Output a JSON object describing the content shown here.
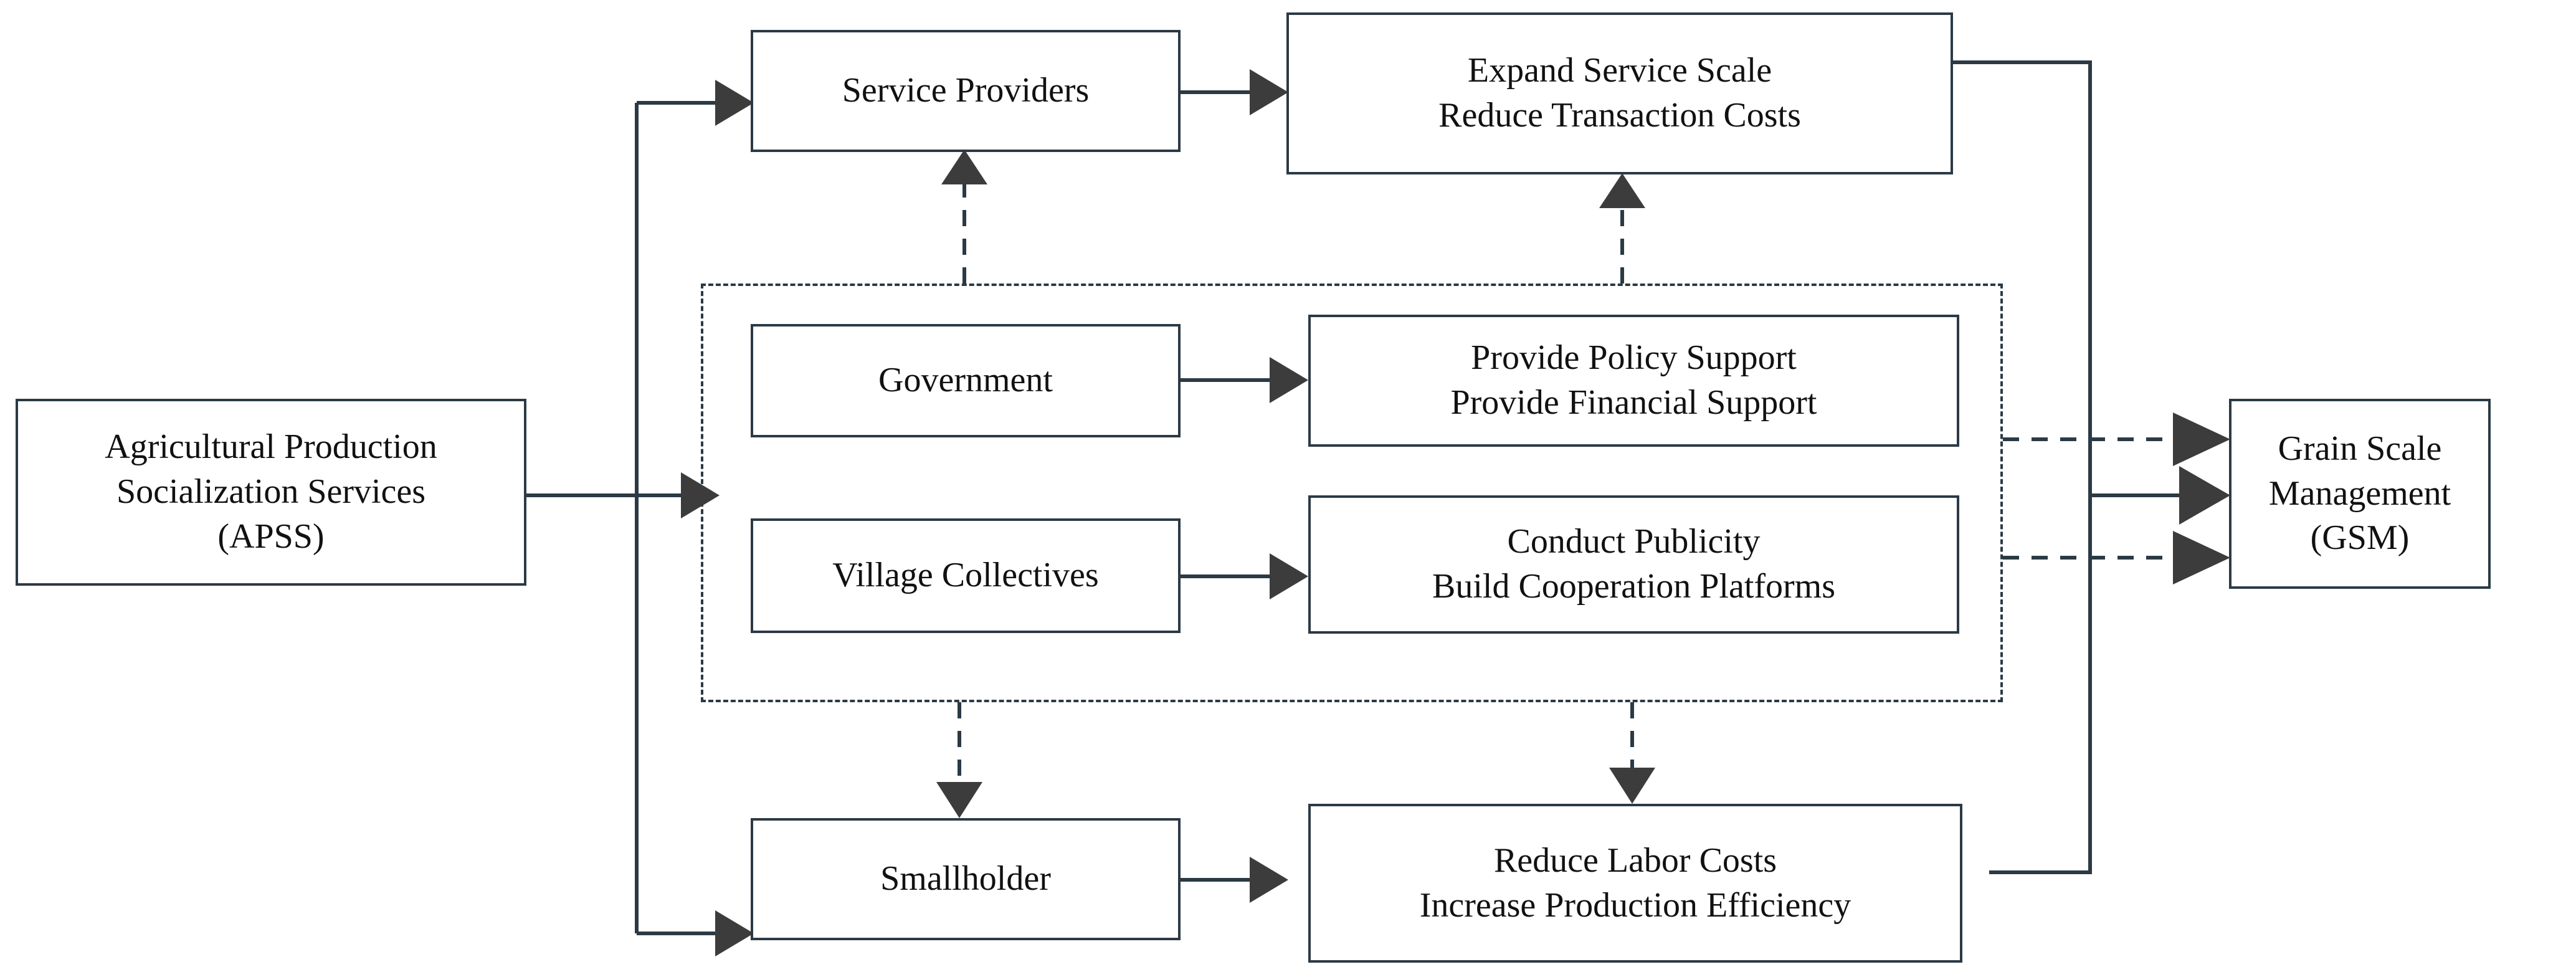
{
  "diagram": {
    "title": "Agricultural Production Socialization Services mechanism diagram",
    "colors": {
      "line": "#2b3a45",
      "arrow": "#3c3c3c",
      "box_border": "#2b3a45",
      "background": "#ffffff"
    },
    "nodes": {
      "apss": {
        "lines": [
          "Agricultural Production",
          "Socialization Services",
          "(APSS)"
        ]
      },
      "service_providers": {
        "lines": [
          "Service Providers"
        ]
      },
      "expand": {
        "lines": [
          "Expand Service Scale",
          "Reduce Transaction Costs"
        ]
      },
      "government": {
        "lines": [
          "Government"
        ]
      },
      "policy": {
        "lines": [
          "Provide Policy Support",
          "Provide Financial Support"
        ]
      },
      "village": {
        "lines": [
          "Village Collectives"
        ]
      },
      "publicity": {
        "lines": [
          "Conduct Publicity",
          "Build Cooperation Platforms"
        ]
      },
      "smallholder": {
        "lines": [
          "Smallholder"
        ]
      },
      "reduce": {
        "lines": [
          "Reduce Labor Costs",
          "Increase Production Efficiency"
        ]
      },
      "gsm": {
        "lines": [
          "Grain Scale",
          "Management",
          "(GSM)"
        ]
      }
    },
    "edges": [
      {
        "from": "apss",
        "to": "service_providers",
        "style": "solid"
      },
      {
        "from": "apss",
        "to": "support-group",
        "style": "solid"
      },
      {
        "from": "apss",
        "to": "smallholder",
        "style": "solid"
      },
      {
        "from": "service_providers",
        "to": "expand",
        "style": "solid"
      },
      {
        "from": "government",
        "to": "policy",
        "style": "solid"
      },
      {
        "from": "village",
        "to": "publicity",
        "style": "solid"
      },
      {
        "from": "smallholder",
        "to": "reduce",
        "style": "solid"
      },
      {
        "from": "support-group",
        "to": "service_providers",
        "style": "dashed"
      },
      {
        "from": "support-group",
        "to": "expand",
        "style": "dashed"
      },
      {
        "from": "support-group",
        "to": "smallholder",
        "style": "dashed"
      },
      {
        "from": "support-group",
        "to": "reduce",
        "style": "dashed"
      },
      {
        "from": "expand",
        "to": "gsm",
        "style": "solid"
      },
      {
        "from": "reduce",
        "to": "gsm",
        "style": "solid"
      },
      {
        "from": "policy",
        "to": "gsm",
        "style": "dashed"
      },
      {
        "from": "publicity",
        "to": "gsm",
        "style": "dashed"
      }
    ]
  }
}
